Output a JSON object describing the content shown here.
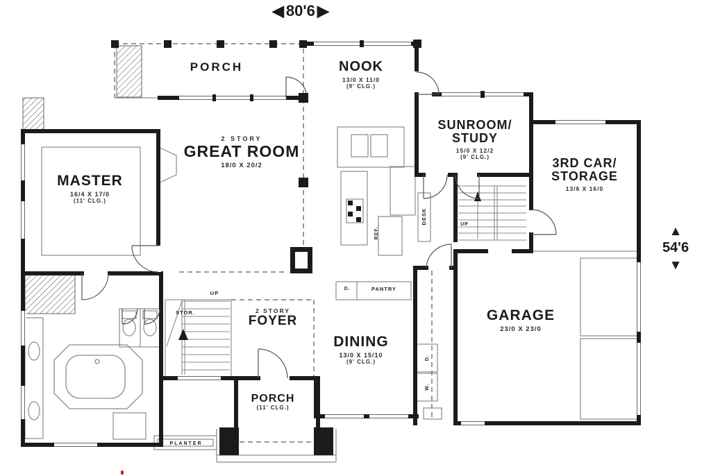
{
  "title": "House floor plan",
  "dimensions": {
    "width": "80'6",
    "height": "54'6"
  },
  "icons": {
    "left_arrow": "◀",
    "right_arrow": "▶",
    "up_arrow": "▲",
    "down_arrow": "▼"
  },
  "rooms": {
    "porch_top": {
      "label": "PORCH"
    },
    "nook": {
      "label": "NOOK",
      "size": "13/0 X 11/0",
      "ceiling": "(9' CLG.)"
    },
    "great_room": {
      "story": "2 STORY",
      "label": "GREAT ROOM",
      "size": "18/0 X 20/2"
    },
    "master": {
      "label": "MASTER",
      "size": "16/4 X 17/0",
      "ceiling": "(11' CLG.)"
    },
    "sunroom": {
      "label_line1": "SUNROOM/",
      "label_line2": "STUDY",
      "size": "15/0 X 12/2",
      "ceiling": "(9' CLG.)"
    },
    "third_car": {
      "label_line1": "3RD CAR/",
      "label_line2": "STORAGE",
      "size": "13/6 X 16/0"
    },
    "garage": {
      "label": "GARAGE",
      "size": "23/0 X 23/0"
    },
    "dining": {
      "label": "DINING",
      "size": "13/0 X 15/10",
      "ceiling": "(9' CLG.)"
    },
    "foyer": {
      "story": "2 STORY",
      "label": "FOYER"
    },
    "porch_bottom": {
      "label": "PORCH",
      "ceiling": "(11' CLG.)"
    }
  },
  "annotations": {
    "planter": "PLANTER",
    "pantry": "PANTRY",
    "oven": "O.",
    "storage": "STOR.",
    "refrigerator": "REF.",
    "desk": "DESK",
    "up_foyer": "UP",
    "up_kitchen": "UP",
    "dryer": "D.",
    "washer": "W."
  },
  "colors": {
    "wall": "#1b1b1b",
    "thin_line": "#8a8a8a",
    "accent_red": "#c22000"
  }
}
